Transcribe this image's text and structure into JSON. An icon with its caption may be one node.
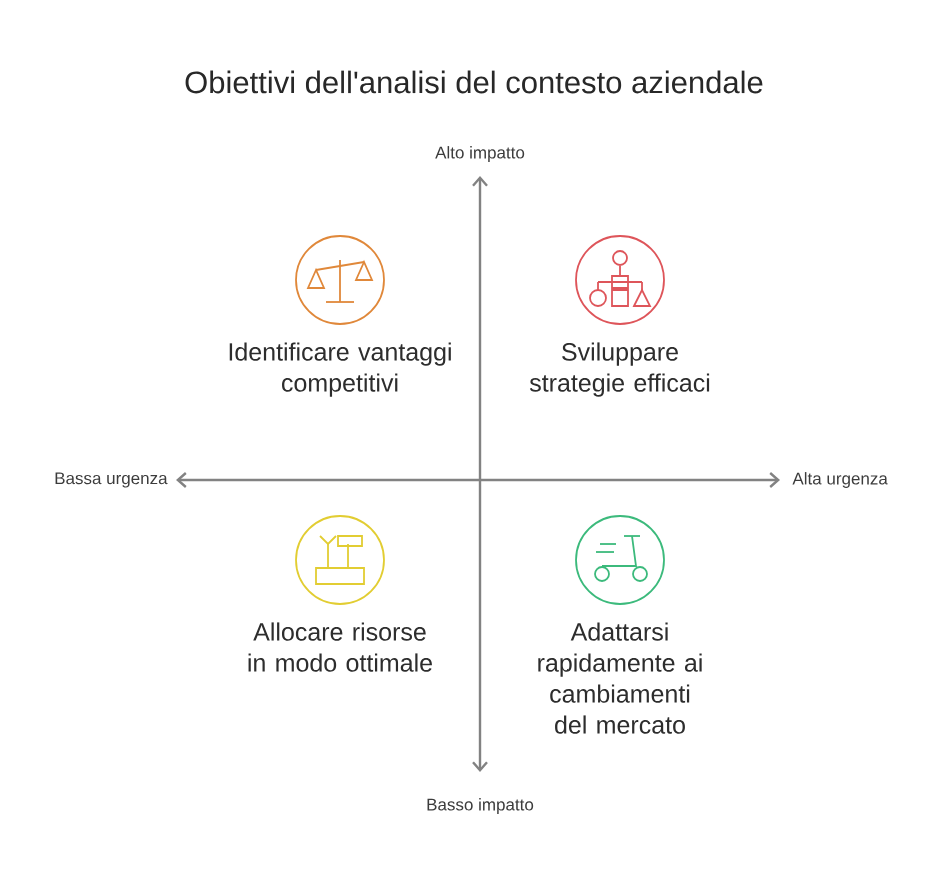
{
  "diagram": {
    "title": "Obiettivi dell'analisi del contesto aziendale",
    "nodes": [
      {
        "text": [
          "Identificare vantaggi competitivi"
        ]
      },
      {
        "text": [
          "Sviluppare strategie efficaci"
        ]
      },
      {
        "text": [
          "Allocare risorse in modo ottimale"
        ]
      },
      {
        "text": [
          "Adattarsi rapidamente ai cambiamenti del mercato"
        ]
      }
    ],
    "labels": [
      "Alto impatto",
      "Bassa urgenza",
      "Alta urgenza",
      "Basso impatto"
    ]
  }
}
